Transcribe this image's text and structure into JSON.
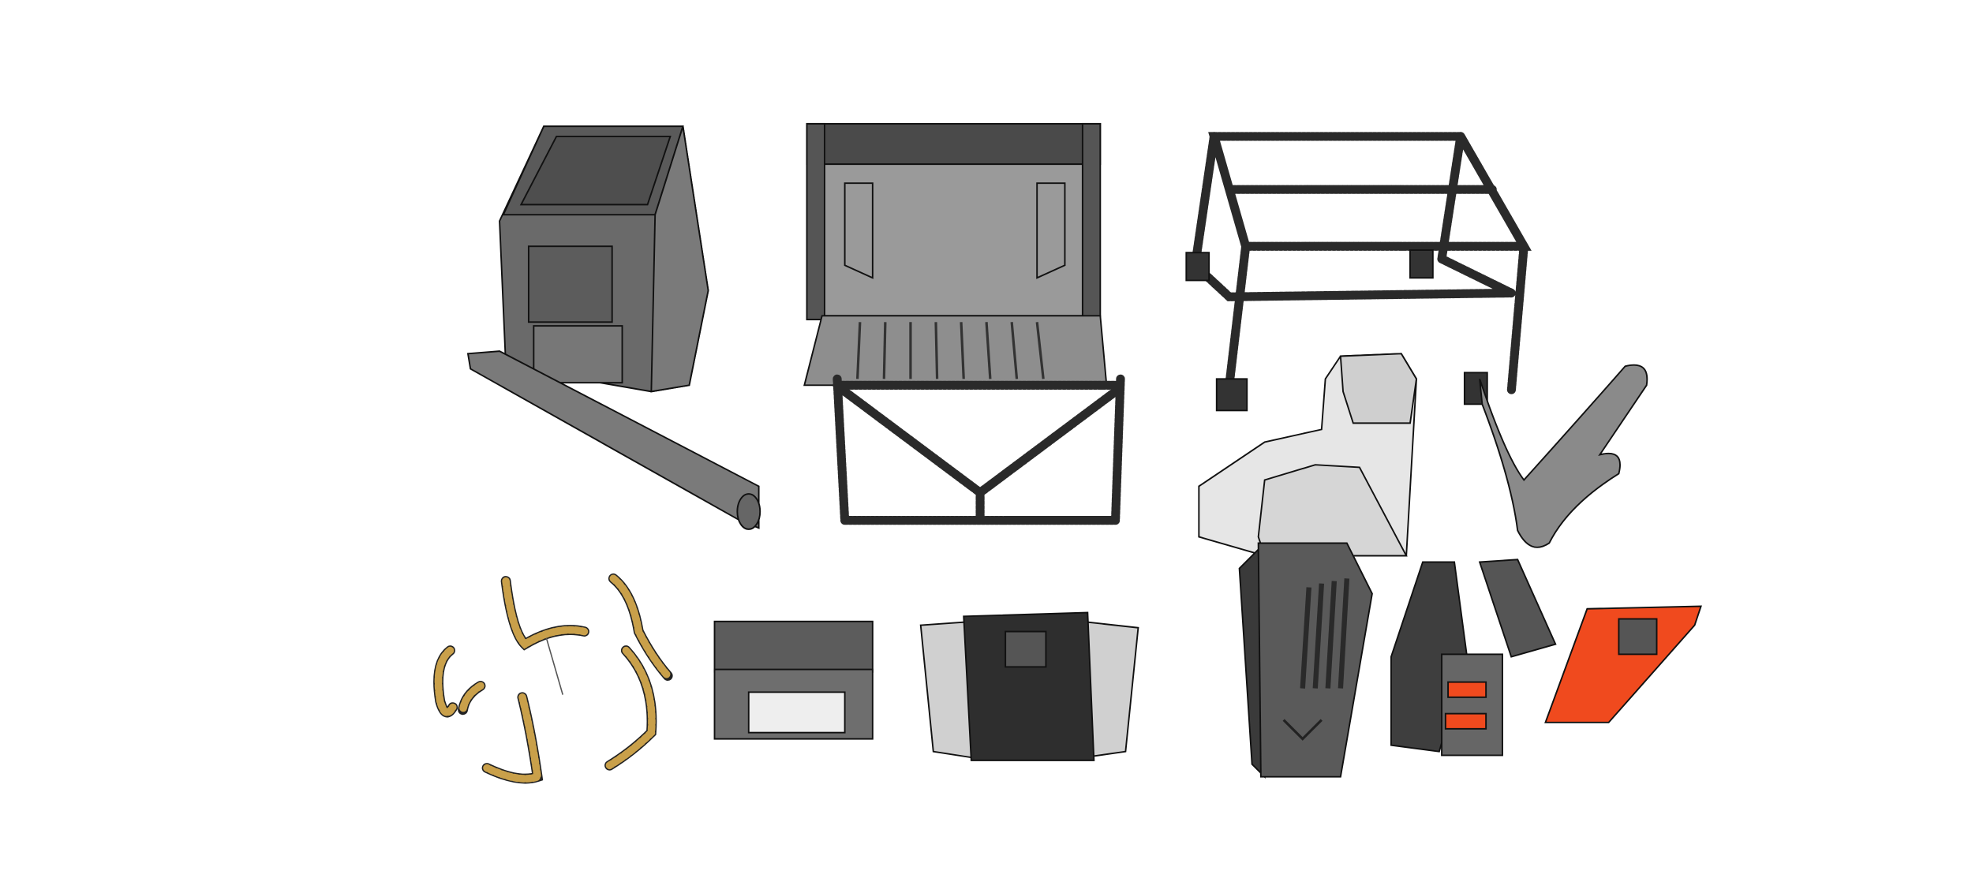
{
  "scene": {
    "background": "#ffffff",
    "colors": {
      "dark_panel": "#4a4a4a",
      "mid_panel": "#6e6e6e",
      "light_panel": "#9a9a9a",
      "pale_part": "#dcdcdc",
      "accent_orange": "#f04a1e",
      "hose_yellow": "#c9a04a"
    },
    "objects": [
      "cabinet-with-ramp",
      "seat-frame-with-legs",
      "tube-frame-rack",
      "pale-duct-block",
      "curved-arm",
      "hose-pieces",
      "small-box-unit",
      "console-panel",
      "vented-tower",
      "twin-block-with-cylinder",
      "orange-plate"
    ]
  }
}
